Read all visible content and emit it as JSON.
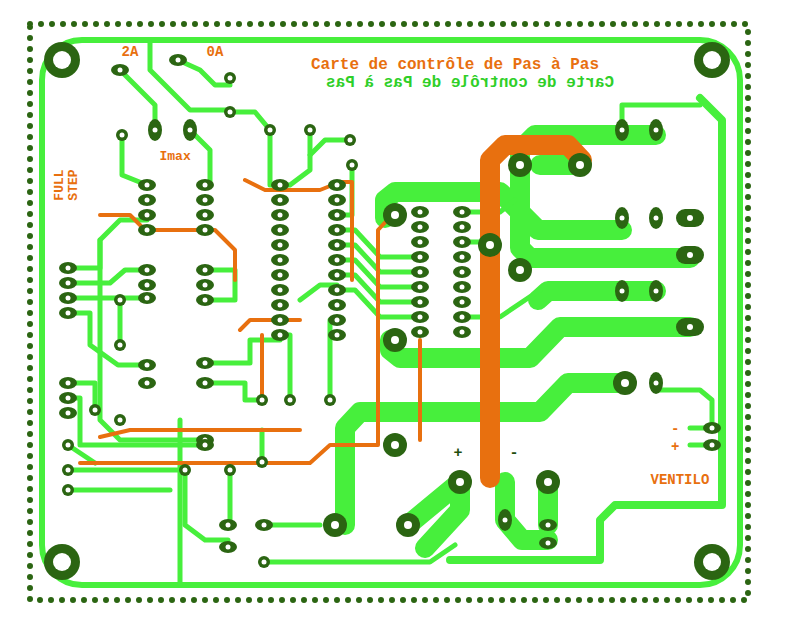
{
  "diagram": {
    "labels": [
      "2A",
      "0A",
      "Carte de contrôle de Pas à Pas",
      "Carte de contrôle de Pas à Pas",
      "Imax",
      "FULL STEP",
      "+",
      "-",
      "-",
      "+",
      "VENTILO"
    ]
  }
}
